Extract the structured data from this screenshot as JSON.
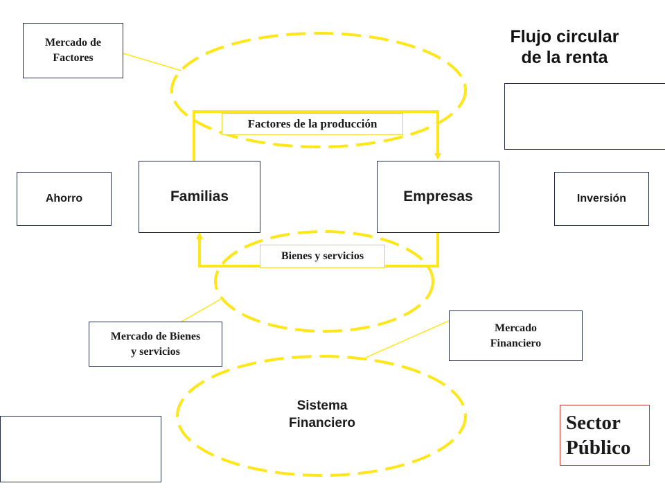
{
  "title": "Flujo circular\nde la renta",
  "boxes": {
    "mercado_factores": "Mercado de\nFactores",
    "ahorro": "Ahorro",
    "familias": "Familias",
    "empresas": "Empresas",
    "inversion": "Inversión",
    "mercado_bienes": "Mercado de Bienes\ny servicios",
    "mercado_financiero": "Mercado\nFinanciero",
    "sector_publico": "Sector\nPúblico"
  },
  "flows": {
    "factores": "Factores de la producción",
    "bienes": "Bienes y servicios"
  },
  "sistema_financiero": "Sistema\nFinanciero",
  "colors": {
    "flow": "#ffe619",
    "box_border": "#1f2a44",
    "sector_border": "#c0392b"
  }
}
